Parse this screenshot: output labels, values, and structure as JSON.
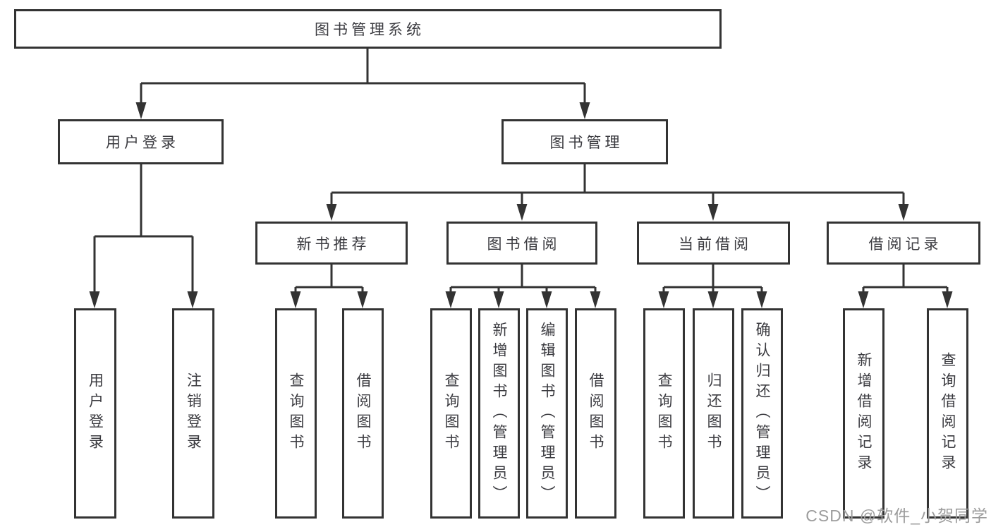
{
  "tree": {
    "label": "图书管理系统",
    "children": [
      {
        "label": "用户登录",
        "children": [
          {
            "label": "用户登录"
          },
          {
            "label": "注销登录"
          }
        ]
      },
      {
        "label": "图书管理",
        "children": [
          {
            "label": "新书推荐",
            "children": [
              {
                "label": "查询图书"
              },
              {
                "label": "借阅图书"
              }
            ]
          },
          {
            "label": "图书借阅",
            "children": [
              {
                "label": "查询图书"
              },
              {
                "label": "新增图书（管理员）"
              },
              {
                "label": "编辑图书（管理员）"
              },
              {
                "label": "借阅图书"
              }
            ]
          },
          {
            "label": "当前借阅",
            "children": [
              {
                "label": "查询图书"
              },
              {
                "label": "归还图书"
              },
              {
                "label": "确认归还（管理员）"
              }
            ]
          },
          {
            "label": "借阅记录",
            "children": [
              {
                "label": "新增借阅记录"
              },
              {
                "label": "查询借阅记录"
              }
            ]
          }
        ]
      }
    ]
  },
  "watermark": {
    "text": "CSDN @软件_小贺同学"
  },
  "colors": {
    "line": "#333333",
    "text": "#3b3b40",
    "watermark": "#9c9c9c",
    "background": "#ffffff"
  }
}
